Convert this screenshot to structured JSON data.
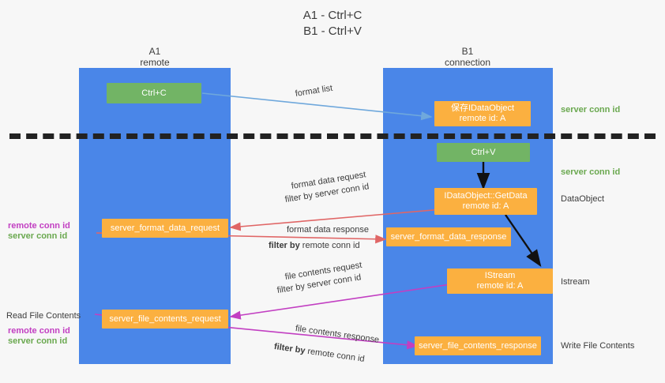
{
  "title": {
    "line1": "A1 - Ctrl+C",
    "line2": "B1 - Ctrl+V"
  },
  "lanes": [
    {
      "name": "A1",
      "sub": "remote",
      "color": "#4a86e8"
    },
    {
      "name": "B1",
      "sub": "connection",
      "color": "#4a86e8"
    }
  ],
  "boxes": {
    "ctrl_c": {
      "line1": "Ctrl+C",
      "line2": "",
      "color": "#72b465"
    },
    "save_dataobject": {
      "line1": "保存IDataObject",
      "line2": "remote id: A",
      "color": "#fbb040"
    },
    "ctrl_v": {
      "line1": "Ctrl+V",
      "line2": "",
      "color": "#72b465"
    },
    "getdata": {
      "line1": "IDataObject::GetData",
      "line2": "remote id: A",
      "color": "#fbb040"
    },
    "format_data_request": {
      "line1": "server_format_data_request",
      "line2": "",
      "color": "#fbb040"
    },
    "format_data_response": {
      "line1": "server_format_data_response",
      "line2": "",
      "color": "#fbb040"
    },
    "istream": {
      "line1": "IStream",
      "line2": "remote id: A",
      "color": "#fbb040"
    },
    "file_contents_request": {
      "line1": "server_file_contents_request",
      "line2": "",
      "color": "#fbb040"
    },
    "file_contents_response": {
      "line1": "server_file_contents_response",
      "line2": "",
      "color": "#fbb040"
    }
  },
  "edge_labels": {
    "format_list": "format list",
    "format_data_request": "format data request",
    "format_data_request_filter_pre": "filter by ",
    "format_data_request_filter_key": "server conn id",
    "format_data_response": "format data response",
    "format_data_response_filter_pre": "filter by ",
    "format_data_response_filter_key": "remote conn id",
    "file_contents_request": "file contents request",
    "file_contents_request_filter_pre": "filter by ",
    "file_contents_request_filter_key": "server conn id",
    "file_contents_response": "file contents response",
    "file_contents_response_filter_pre": "filter by ",
    "file_contents_response_filter_key": "remote conn id"
  },
  "side_labels": {
    "left_remote_conn_id_1": "remote conn id",
    "left_server_conn_id_1": "server conn id",
    "read_file_contents": "Read File Contents",
    "left_remote_conn_id_2": "remote conn id",
    "left_server_conn_id_2": "server conn id",
    "right_server_conn_id_1": "server conn id",
    "right_server_conn_id_2": "server conn id",
    "right_dataobject": "DataObject",
    "right_istream": "Istream",
    "right_write_file_contents": "Write File Contents"
  },
  "colors": {
    "lane": "#4a86e8",
    "green_box": "#72b465",
    "orange_box": "#fbb040",
    "server_conn_id": "#6aa84f",
    "remote_conn_id": "#c23fc2",
    "arrow_blue": "#6fa8dc",
    "arrow_red": "#e06666",
    "arrow_magenta": "#c23fc2",
    "arrow_black": "#111111",
    "background": "#f7f7f7"
  }
}
